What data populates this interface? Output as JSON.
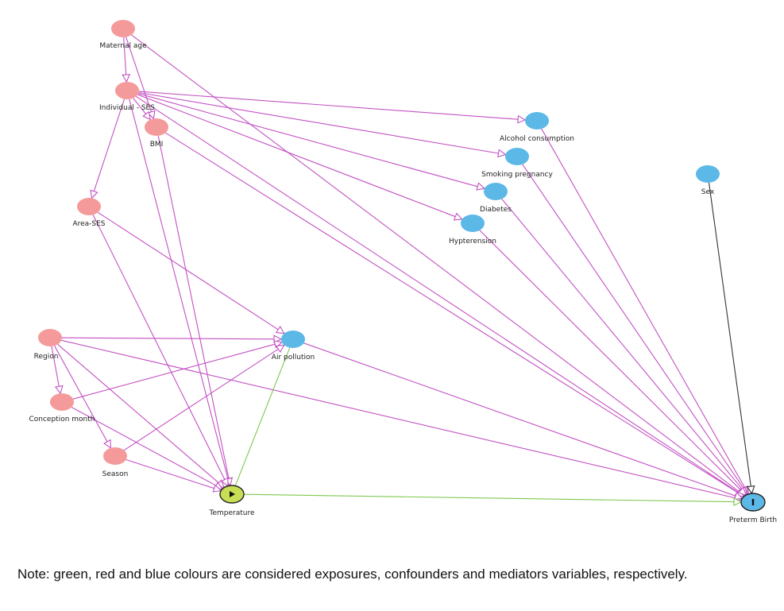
{
  "colors": {
    "confounder": "#f49a9a",
    "mediator": "#5cb8e6",
    "exposure": "#c8df55",
    "outcome": "#5cb8e6",
    "edge_default": "#c351c3",
    "edge_exposure": "#7ec850",
    "edge_sex": "#333333"
  },
  "nodes": [
    {
      "id": "maternal_age",
      "label": "Maternal age",
      "role": "confounder"
    },
    {
      "id": "individual_ses",
      "label": "Individual - SES",
      "role": "confounder"
    },
    {
      "id": "bmi",
      "label": "BMI",
      "role": "confounder"
    },
    {
      "id": "area_ses",
      "label": "Area-SES",
      "role": "confounder"
    },
    {
      "id": "region",
      "label": "Region",
      "role": "confounder"
    },
    {
      "id": "conception_month",
      "label": "Conception month",
      "role": "confounder"
    },
    {
      "id": "season",
      "label": "Season",
      "role": "confounder"
    },
    {
      "id": "temperature",
      "label": "Temperature",
      "role": "exposure",
      "icon": "play-icon"
    },
    {
      "id": "air_pollution",
      "label": "Air pollution",
      "role": "mediator"
    },
    {
      "id": "alcohol",
      "label": "Alcohol consumption",
      "role": "mediator"
    },
    {
      "id": "smoking",
      "label": "Smoking pregnancy",
      "role": "mediator"
    },
    {
      "id": "diabetes",
      "label": "Diabetes",
      "role": "mediator"
    },
    {
      "id": "hypertension",
      "label": "Hypterension",
      "role": "mediator"
    },
    {
      "id": "sex",
      "label": "Sex",
      "role": "other"
    },
    {
      "id": "preterm_birth",
      "label": "Preterm Birth",
      "role": "outcome",
      "icon": "outcome-bar-icon"
    }
  ],
  "edges": [
    {
      "from": "maternal_age",
      "to": "individual_ses",
      "kind": "default"
    },
    {
      "from": "maternal_age",
      "to": "bmi",
      "kind": "default"
    },
    {
      "from": "maternal_age",
      "to": "preterm_birth",
      "kind": "default"
    },
    {
      "from": "individual_ses",
      "to": "bmi",
      "kind": "default"
    },
    {
      "from": "individual_ses",
      "to": "area_ses",
      "kind": "default"
    },
    {
      "from": "individual_ses",
      "to": "alcohol",
      "kind": "default"
    },
    {
      "from": "individual_ses",
      "to": "smoking",
      "kind": "default"
    },
    {
      "from": "individual_ses",
      "to": "diabetes",
      "kind": "default"
    },
    {
      "from": "individual_ses",
      "to": "hypertension",
      "kind": "default"
    },
    {
      "from": "individual_ses",
      "to": "temperature",
      "kind": "default"
    },
    {
      "from": "individual_ses",
      "to": "preterm_birth",
      "kind": "default"
    },
    {
      "from": "bmi",
      "to": "temperature",
      "kind": "default"
    },
    {
      "from": "bmi",
      "to": "preterm_birth",
      "kind": "default"
    },
    {
      "from": "area_ses",
      "to": "air_pollution",
      "kind": "default"
    },
    {
      "from": "area_ses",
      "to": "temperature",
      "kind": "default"
    },
    {
      "from": "region",
      "to": "air_pollution",
      "kind": "default"
    },
    {
      "from": "region",
      "to": "conception_month",
      "kind": "default"
    },
    {
      "from": "region",
      "to": "season",
      "kind": "default"
    },
    {
      "from": "region",
      "to": "temperature",
      "kind": "default"
    },
    {
      "from": "region",
      "to": "preterm_birth",
      "kind": "default"
    },
    {
      "from": "conception_month",
      "to": "air_pollution",
      "kind": "default"
    },
    {
      "from": "conception_month",
      "to": "temperature",
      "kind": "default"
    },
    {
      "from": "season",
      "to": "air_pollution",
      "kind": "default"
    },
    {
      "from": "season",
      "to": "temperature",
      "kind": "default"
    },
    {
      "from": "air_pollution",
      "to": "preterm_birth",
      "kind": "default"
    },
    {
      "from": "temperature",
      "to": "air_pollution",
      "kind": "exposure",
      "arrow": false
    },
    {
      "from": "temperature",
      "to": "preterm_birth",
      "kind": "exposure"
    },
    {
      "from": "alcohol",
      "to": "preterm_birth",
      "kind": "default"
    },
    {
      "from": "smoking",
      "to": "preterm_birth",
      "kind": "default"
    },
    {
      "from": "diabetes",
      "to": "preterm_birth",
      "kind": "default"
    },
    {
      "from": "hypertension",
      "to": "preterm_birth",
      "kind": "default"
    },
    {
      "from": "sex",
      "to": "preterm_birth",
      "kind": "sex"
    }
  ],
  "note": "Note: green, red and blue colours are considered exposures, confounders and mediators variables, respectively."
}
